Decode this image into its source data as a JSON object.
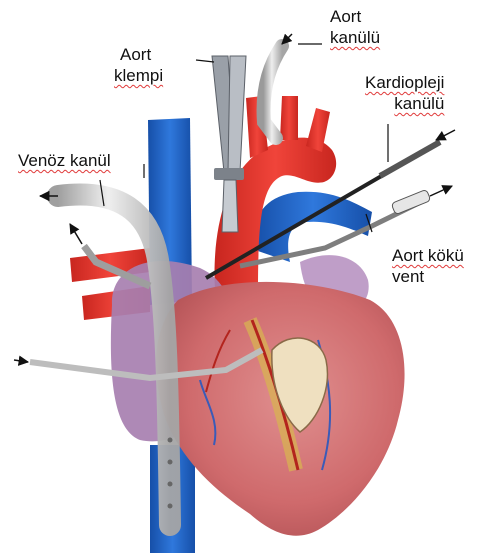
{
  "labels": {
    "aort_kanulu": [
      "Aort",
      "kanülü"
    ],
    "aort_klempi": [
      "Aort",
      "klempi"
    ],
    "kardiopleji_kanulu": [
      "Kardiopleji",
      "kanülü"
    ],
    "venoz_kanul": "Venöz kanül",
    "aort_koku_vent": [
      "Aort kökü",
      "vent"
    ]
  },
  "colors": {
    "artery_red": "#e8392f",
    "vein_blue": "#1f63c9",
    "heart_pink": "#cf6a6c",
    "atrium_purple": "#a77fb0",
    "cannula_gray": "#c9c9c9",
    "label_text": "#111111",
    "spellcheck_underline": "#e03a3a"
  }
}
